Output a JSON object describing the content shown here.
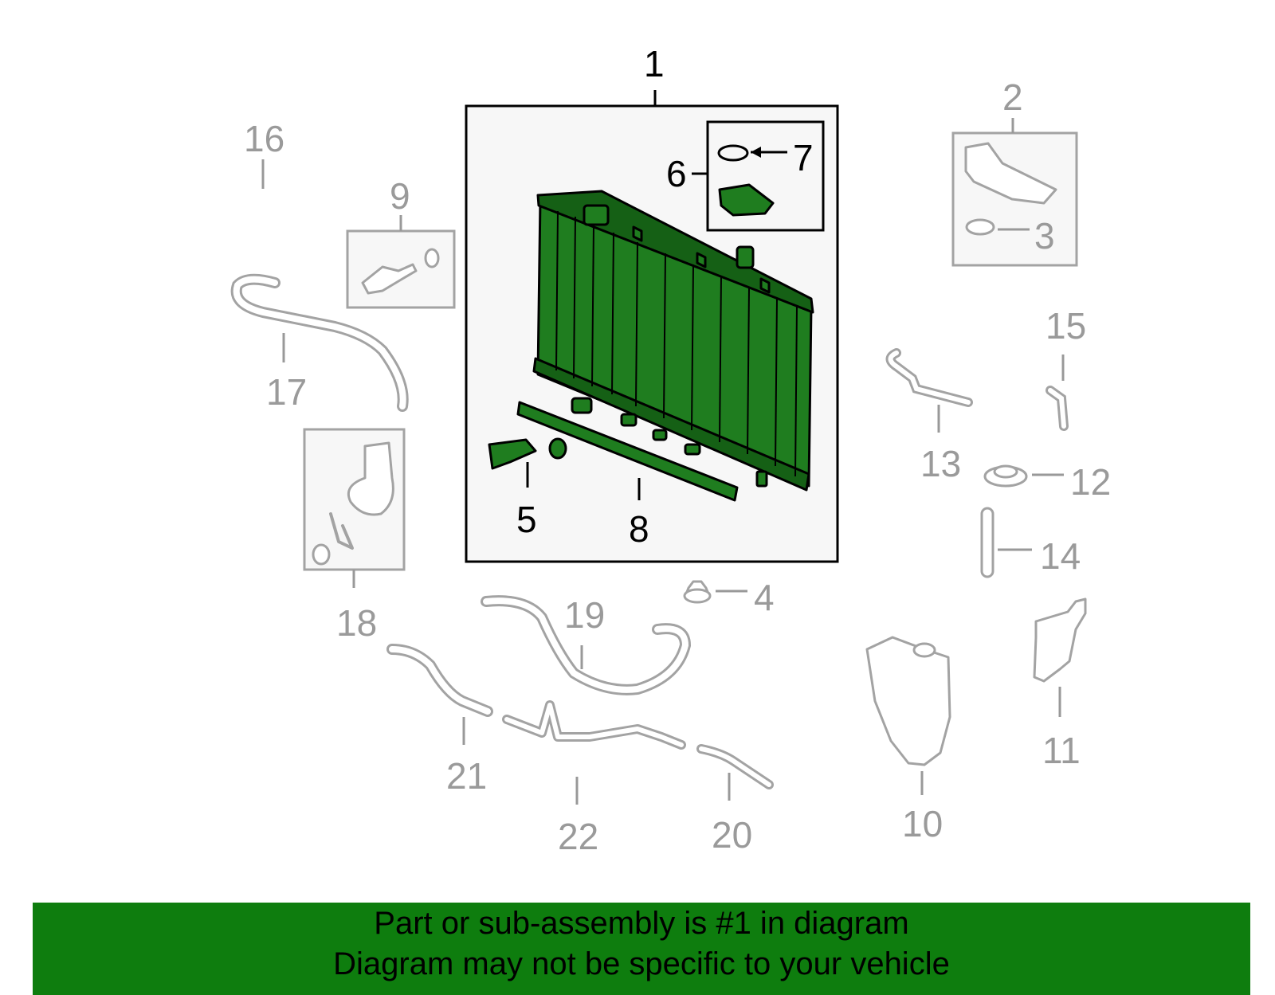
{
  "callouts": {
    "c1": "1",
    "c2": "2",
    "c3": "3",
    "c4": "4",
    "c5": "5",
    "c6": "6",
    "c7": "7",
    "c8": "8",
    "c9": "9",
    "c10": "10",
    "c11": "11",
    "c12": "12",
    "c13": "13",
    "c14": "14",
    "c15": "15",
    "c16": "16",
    "c17": "17",
    "c18": "18",
    "c19": "19",
    "c20": "20",
    "c21": "21",
    "c22": "22"
  },
  "highlight_part": "1",
  "banner": {
    "line1": "Part or sub-assembly is #1 in diagram",
    "line2": "Diagram may not be specific to your vehicle"
  },
  "colors": {
    "highlight": "#1f7d1f",
    "banner": "#0e7d0e",
    "ghost": "#a3a3a3"
  }
}
